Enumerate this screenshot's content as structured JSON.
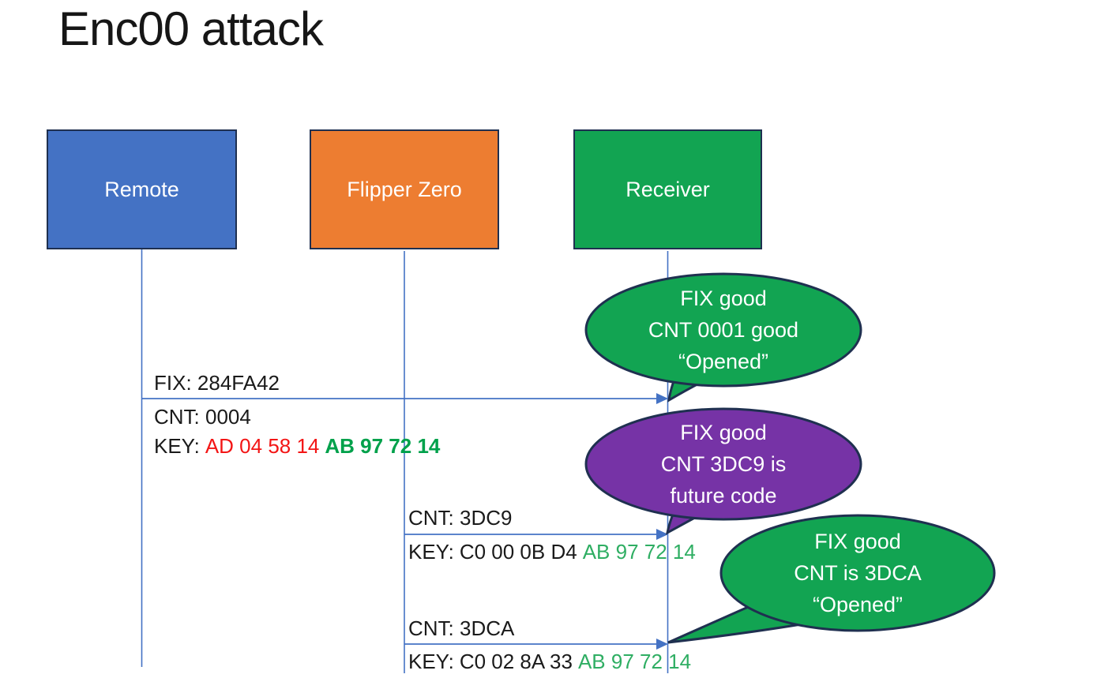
{
  "title": "Enc00 attack",
  "colors": {
    "remote_fill": "#4472C4",
    "flipper_fill": "#ED7D31",
    "receiver_fill": "#12A452",
    "box_border": "#1F3050",
    "line_blue": "#4472C4",
    "bubble_green": "#12A452",
    "bubble_purple": "#7633A6",
    "key_red": "#F31515",
    "key_green_bold": "#00A14B",
    "key_green": "#2FAE63"
  },
  "actors": [
    {
      "id": "remote",
      "label": "Remote"
    },
    {
      "id": "flipper",
      "label": "Flipper Zero"
    },
    {
      "id": "receiver",
      "label": "Receiver"
    }
  ],
  "messages": [
    {
      "from": "Remote",
      "to": "Receiver",
      "top_label": "FIX: 284FA42",
      "mid_label": "CNT: 0004",
      "key_prefix": "KEY:",
      "key_red": "AD 04 58 14",
      "key_green": "AB 97 72 14"
    },
    {
      "from": "Flipper Zero",
      "to": "Receiver",
      "top_label": "CNT: 3DC9",
      "key_prefix": "KEY:",
      "key_black": "C0 00 0B D4",
      "key_green": "AB 97 72 14"
    },
    {
      "from": "Flipper Zero",
      "to": "Receiver",
      "top_label": "CNT: 3DCA",
      "key_prefix": "KEY:",
      "key_black": "C0 02 8A 33",
      "key_green": "AB 97 72 14"
    }
  ],
  "callouts": [
    {
      "color": "green",
      "lines": [
        "FIX good",
        "CNT 0001 good",
        "“Opened”"
      ]
    },
    {
      "color": "purple",
      "lines": [
        "FIX good",
        "CNT 3DC9 is",
        "future code"
      ]
    },
    {
      "color": "green",
      "lines": [
        "FIX good",
        "CNT is 3DCA",
        "“Opened”"
      ]
    }
  ]
}
